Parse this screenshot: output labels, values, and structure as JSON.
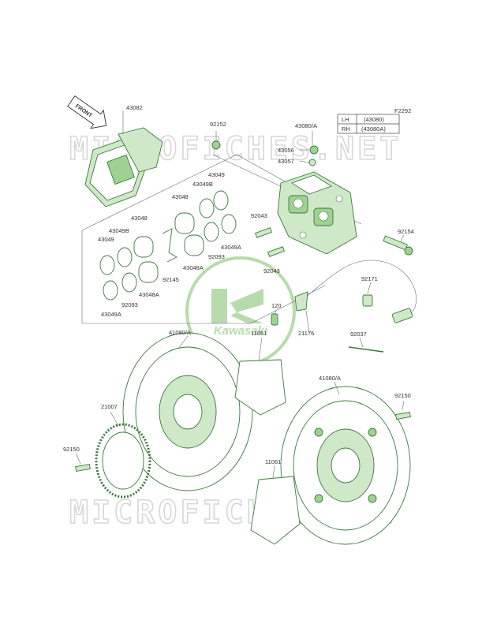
{
  "diagram": {
    "figure_code": "F2292",
    "watermark_text": "MICROFICHES.NET",
    "logo_text": "Kawasaki",
    "front_arrow_text": "FRONT",
    "variant_table": [
      {
        "side": "LH",
        "part": "(43080)"
      },
      {
        "side": "RH",
        "part": "(43080A)"
      }
    ],
    "callouts": {
      "c43082": "43082",
      "c92152": "92152",
      "c43080a": "43080/A",
      "c43056": "43056",
      "c43057": "43057",
      "c43049_top": "43049",
      "c43049b_top": "43049B",
      "c43048_top": "43048",
      "c43048_mid": "43048",
      "c43049b_left": "43049B",
      "c43049_left": "43049",
      "c92043_top": "92043",
      "c92043_bot": "92043",
      "c92154": "92154",
      "c92093_right": "92093",
      "c43049a_right": "43049A",
      "c43048a_right": "43048A",
      "c92145": "92145",
      "c43048a_left": "43048A",
      "c92093_left": "92093",
      "c43049a_left": "43049A",
      "c92171": "92171",
      "c120": "120",
      "c41080a_left": "41080/A",
      "c11061_top": "11061",
      "c21176": "21176",
      "c92037": "92037",
      "c41080a_right": "41080/A",
      "c92150_right": "92150",
      "c21007": "21007",
      "c92150_left": "92150",
      "c11061_bot": "11061"
    },
    "colors": {
      "part_outline": "#3a7a3a",
      "part_fill": "#cfe8c8",
      "part_dark": "#9fd192",
      "watermark": "#d7d7d7",
      "logo": "#7fbf6a"
    }
  }
}
